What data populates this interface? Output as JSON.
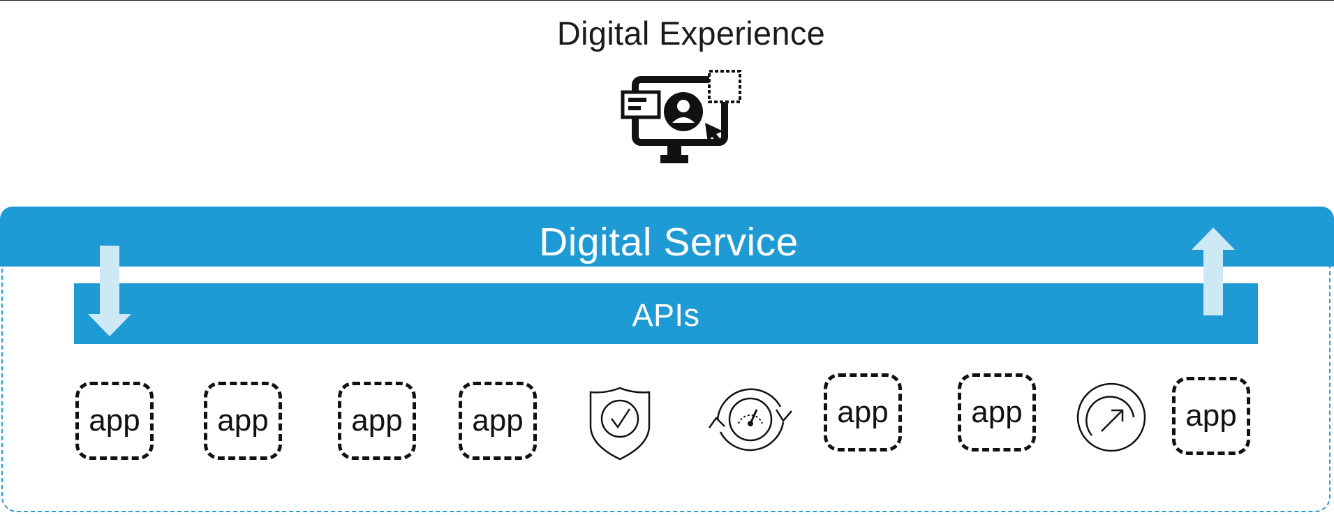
{
  "diagram": {
    "header": {
      "title": "Digital Experience",
      "icon": "monitor-user-icon"
    },
    "service": {
      "title": "Digital Service"
    },
    "apis": {
      "label": "APIs"
    },
    "apps": {
      "app1": "app",
      "app2": "app",
      "app3": "app",
      "app4": "app",
      "app5": "app",
      "app6": "app",
      "app7": "app"
    },
    "icons": [
      "shield-check-icon",
      "speedometer-refresh-icon",
      "circle-arrow-icon"
    ],
    "flow_arrows": [
      "arrow-down-icon",
      "arrow-up-icon"
    ],
    "colors": {
      "band": "#1e9bd4",
      "arrow": "#cde9f6",
      "dashed_border": "#2a9dcf",
      "ink": "#111111"
    }
  }
}
